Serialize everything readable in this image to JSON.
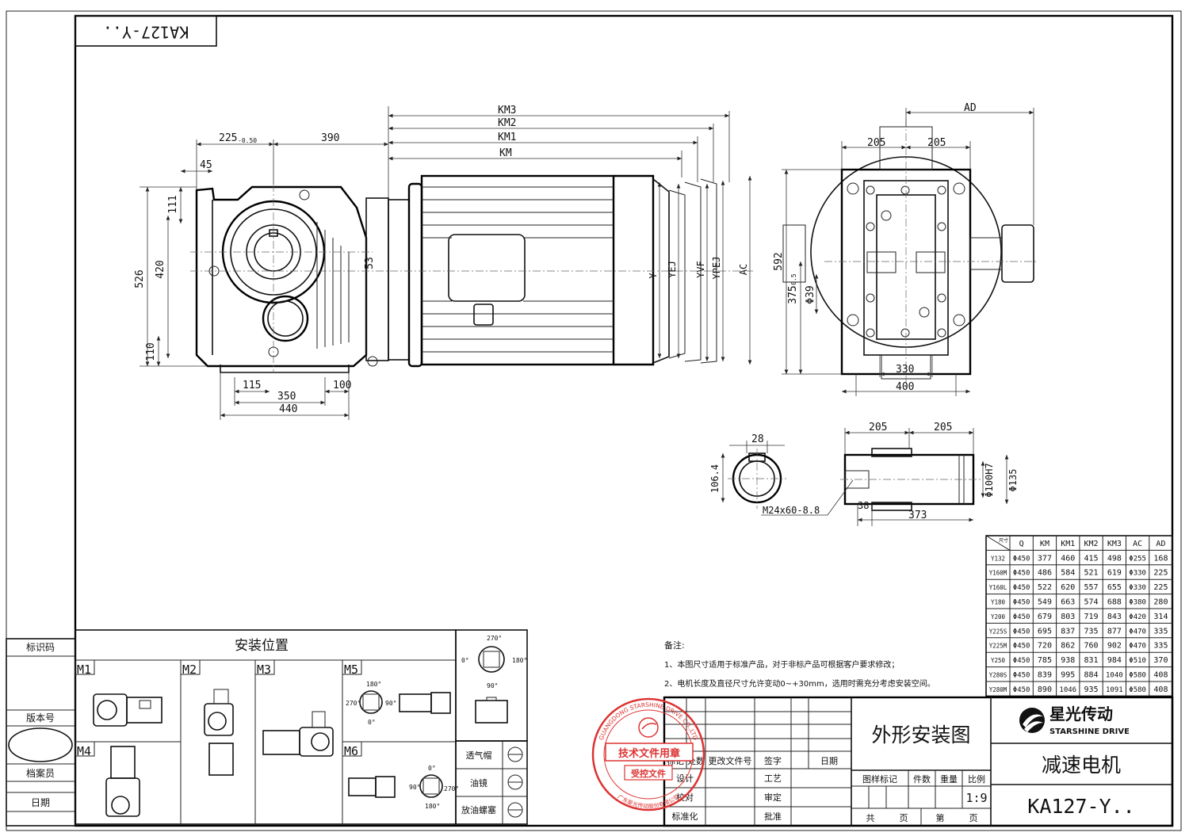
{
  "title_block": {
    "drawing_name": "外形安装图",
    "product_name": "减速电机",
    "model": "KA127-Y..",
    "corner_tag": "KA127-Y..",
    "brand_cn": "星光传动",
    "brand_en": "STARSHINE DRIVE",
    "scale": "1:9",
    "rows_left": [
      "标识码",
      "版本号",
      "档案员",
      "日期"
    ],
    "sign_headers": [
      "标记",
      "处数",
      "更改文件号",
      "签字",
      "日期"
    ],
    "roles_left": [
      "设计",
      "校对",
      "标准化"
    ],
    "roles_right": [
      "工艺",
      "审定",
      "批准"
    ],
    "cols": [
      "图样标记",
      "件数",
      "重量",
      "比例"
    ],
    "pages": [
      "共",
      "页",
      "第",
      "页"
    ]
  },
  "stamp": {
    "ring_text": "GUANGDONG STARSHINE DRIVE CO.,LTD",
    "ring_text_cn": "广东星光传动股份有限公司",
    "main": "技术文件用章",
    "sub": "受控文件"
  },
  "mounting": {
    "title": "安装位置",
    "positions": [
      "M1",
      "M2",
      "M3",
      "M4",
      "M5",
      "M6"
    ],
    "angles": [
      "270°",
      "0°",
      "180°",
      "90°"
    ],
    "angle_labels_m5": [
      "180°",
      "270°",
      "90°",
      "0°"
    ],
    "angle_labels_m6": [
      "0°",
      "90°",
      "270°",
      "180°"
    ],
    "legend": [
      "透气帽",
      "油镜",
      "放油螺塞"
    ]
  },
  "notes": {
    "title": "备注:",
    "lines": [
      "1、本图尺寸适用于标准产品，对于非标产品可根据客户要求修改；",
      "2、电机长度及直径尺寸允许变动0~+30mm，选用时需充分考虑安装空间。"
    ]
  },
  "dims": {
    "front": [
      "225",
      "-0.50",
      "390",
      "45",
      "111",
      "526",
      "420",
      "110",
      "53",
      "115",
      "350",
      "100",
      "440"
    ],
    "motor": [
      "KM3",
      "KM2",
      "KM1",
      "KM",
      "Y",
      "YEJ",
      "YVF",
      "YPEJ",
      "AC"
    ],
    "side": [
      "AD",
      "205",
      "205",
      "592",
      "375",
      "-0.5",
      "Φ39",
      "330",
      "400"
    ],
    "shaft": [
      "28",
      "106.4",
      "M24x60-8.8",
      "205",
      "205",
      "Φ100H7",
      "Φ135",
      "38",
      "373"
    ]
  },
  "table": {
    "header": [
      "Q",
      "KM",
      "KM1",
      "KM2",
      "KM3",
      "AC",
      "AD"
    ],
    "corner": "尺寸",
    "rows": [
      [
        "Y132",
        "Φ450",
        "377",
        "460",
        "415",
        "498",
        "Φ255",
        "168"
      ],
      [
        "Y160M",
        "Φ450",
        "486",
        "584",
        "521",
        "619",
        "Φ330",
        "225"
      ],
      [
        "Y160L",
        "Φ450",
        "522",
        "620",
        "557",
        "655",
        "Φ330",
        "225"
      ],
      [
        "Y180",
        "Φ450",
        "549",
        "663",
        "574",
        "688",
        "Φ380",
        "280"
      ],
      [
        "Y200",
        "Φ450",
        "679",
        "803",
        "719",
        "843",
        "Φ420",
        "314"
      ],
      [
        "Y225S",
        "Φ450",
        "695",
        "837",
        "735",
        "877",
        "Φ470",
        "335"
      ],
      [
        "Y225M",
        "Φ450",
        "720",
        "862",
        "760",
        "902",
        "Φ470",
        "335"
      ],
      [
        "Y250",
        "Φ450",
        "785",
        "938",
        "831",
        "984",
        "Φ510",
        "370"
      ],
      [
        "Y280S",
        "Φ450",
        "839",
        "995",
        "884",
        "1040",
        "Φ580",
        "408"
      ],
      [
        "Y280M",
        "Φ450",
        "890",
        "1046",
        "935",
        "1091",
        "Φ580",
        "408"
      ]
    ]
  }
}
